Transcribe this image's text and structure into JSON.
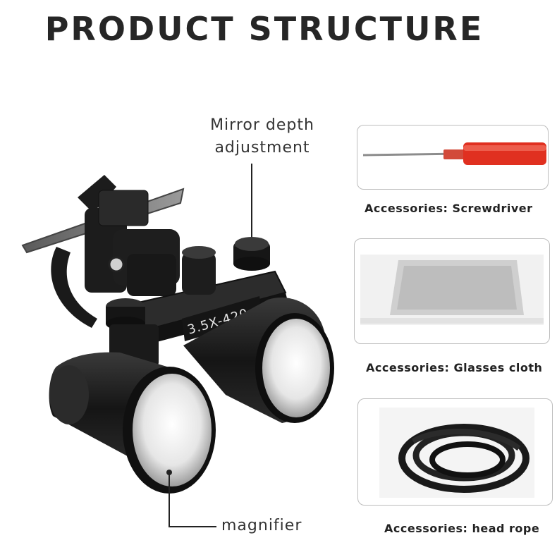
{
  "title": "PRODUCT STRUCTURE",
  "callouts": {
    "mirror_depth_line1": "Mirror depth",
    "mirror_depth_line2": "adjustment",
    "magnifier": "magnifier"
  },
  "lens_label": "3.5X-420",
  "accessories": [
    {
      "caption": "Accessories: Screwdriver",
      "icon": "screwdriver-icon"
    },
    {
      "caption": "Accessories: Glasses cloth",
      "icon": "glasses-cloth-icon"
    },
    {
      "caption": "Accessories: head rope",
      "icon": "head-rope-icon"
    }
  ],
  "colors": {
    "title": "#262626",
    "screwdriver_handle": "#e03020",
    "lens_body": "#1a1a1a",
    "card_border": "#bdbdbd"
  }
}
